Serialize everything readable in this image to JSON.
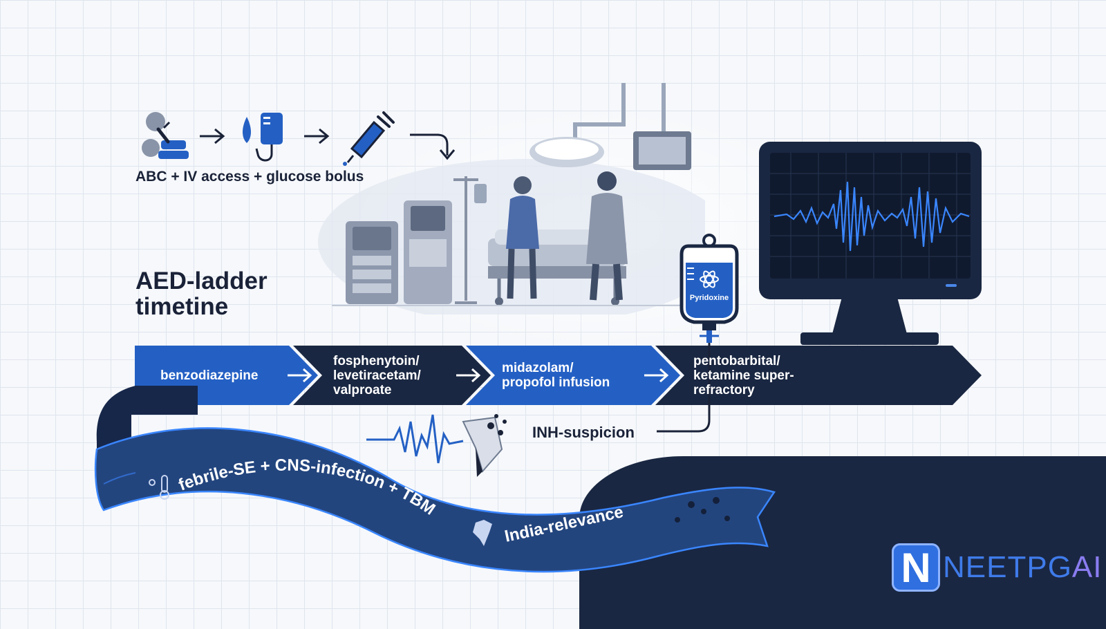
{
  "initial_steps": {
    "caption": "ABC  +  IV access  +  glucose bolus",
    "icons": [
      "cpr-patient-icon",
      "iv-bag-icon",
      "syringe-icon"
    ]
  },
  "title": {
    "line1": "AED-ladder",
    "line2": "timetine"
  },
  "ladder": {
    "stages": [
      {
        "lines": [
          "benzodiazepine"
        ]
      },
      {
        "lines": [
          "fosphenytoin/",
          "levetiracetam/",
          "valproate"
        ]
      },
      {
        "lines": [
          "midazolam/",
          "propofol infusion"
        ]
      },
      {
        "lines": [
          "pentobarbital/",
          "ketamine super-",
          "refractory"
        ]
      }
    ]
  },
  "pyridoxine_bag": {
    "label": "Pyridoxine"
  },
  "inh": {
    "label": "INH-suspicion"
  },
  "ribbon": {
    "text": "febrile-SE + CNS-infection + TBM",
    "india_label": "India-relevance"
  },
  "brand": {
    "badge_letter": "N",
    "name_main": "NEETPG",
    "name_ai": "AI"
  },
  "colors": {
    "accent_blue": "#2460c4",
    "dark_navy": "#1a2742",
    "ribbon_blue": "#23457e",
    "grid": "#dfe5ee"
  }
}
